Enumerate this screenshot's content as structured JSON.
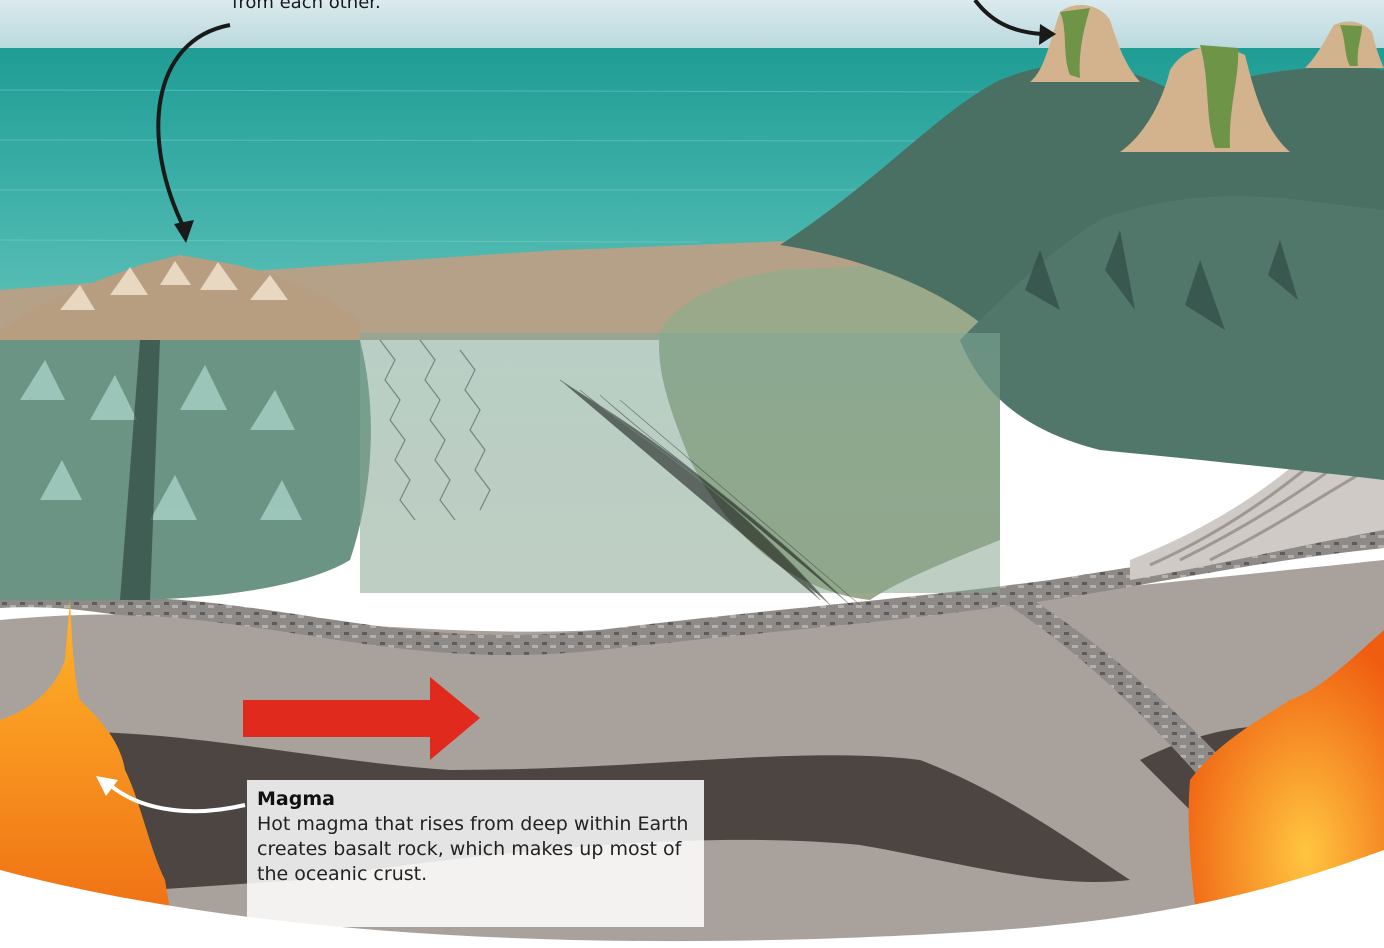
{
  "top_annotation": {
    "fragment_text": "from each other."
  },
  "magma_callout": {
    "title": "Magma",
    "body": "Hot magma that rises from deep within Earth creates basalt rock, which makes up most of the oceanic crust."
  },
  "colors": {
    "sky": "#cfe3e8",
    "ocean_surface": "#2fa8a0",
    "seafloor_tan": "#b9a58a",
    "underwater_tint": "#6f9f8f",
    "crust_band": "#8a8784",
    "mantle": "#a6a09a",
    "deep_mantle": "#4a4440",
    "magma": "#f28a1a",
    "plate_motion_arrow": "#e12a1e",
    "callout_box": "#ffffff"
  },
  "icons": {
    "arrow_left": "curved-pointer-arrow-icon",
    "arrow_right": "curved-pointer-arrow-icon",
    "arrow_magma": "curved-pointer-arrow-icon",
    "plate_motion": "plate-motion-arrow-icon"
  }
}
